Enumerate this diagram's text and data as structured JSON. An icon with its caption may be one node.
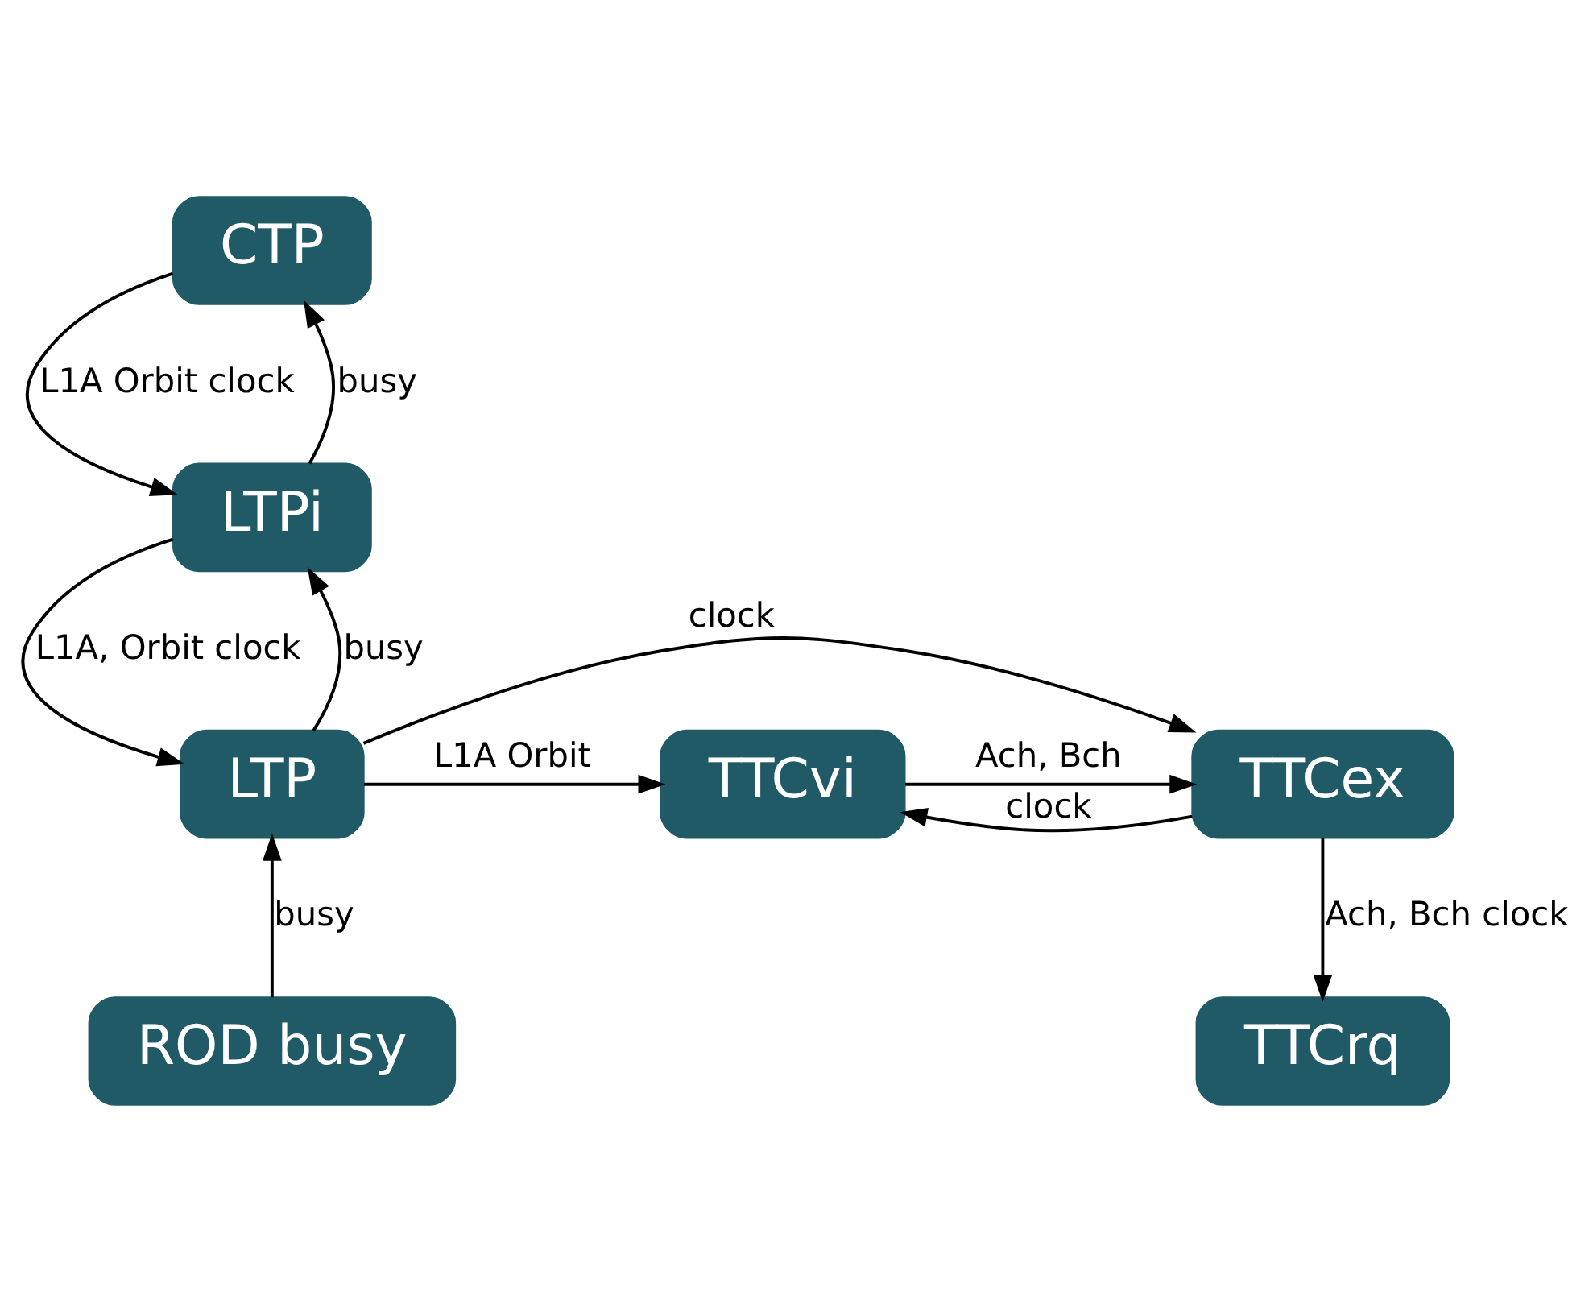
{
  "diagram": {
    "nodes": [
      {
        "text": [
          "CTP"
        ]
      },
      {
        "text": [
          "LTPi"
        ]
      },
      {
        "text": [
          "LTP"
        ]
      },
      {
        "text": [
          "TTCvi"
        ]
      },
      {
        "text": [
          "TTCex"
        ]
      },
      {
        "text": [
          "ROD busy"
        ]
      },
      {
        "text": [
          "TTCrq"
        ]
      }
    ],
    "edges": [
      {
        "from": 1,
        "to": 0,
        "arrow": "to",
        "label": "busy"
      },
      {
        "from": 0,
        "to": 1,
        "arrow": "to",
        "label": "L1A Orbit clock"
      },
      {
        "from": 2,
        "to": 1,
        "arrow": "to",
        "label": "busy"
      },
      {
        "from": 1,
        "to": 2,
        "arrow": "to",
        "label": "L1A, Orbit clock"
      },
      {
        "from": 2,
        "to": 3,
        "arrow": "to",
        "label": "L1A Orbit"
      },
      {
        "from": 3,
        "to": 4,
        "arrow": "to",
        "label": "Ach, Bch"
      },
      {
        "from": 4,
        "to": 3,
        "arrow": "to",
        "label": "clock"
      },
      {
        "from": 2,
        "to": 4,
        "arrow": "to",
        "label": "clock"
      },
      {
        "from": 5,
        "to": 2,
        "arrow": "to",
        "label": "busy"
      },
      {
        "from": 4,
        "to": 6,
        "arrow": "to",
        "label": "Ach, Bch clock"
      }
    ]
  }
}
